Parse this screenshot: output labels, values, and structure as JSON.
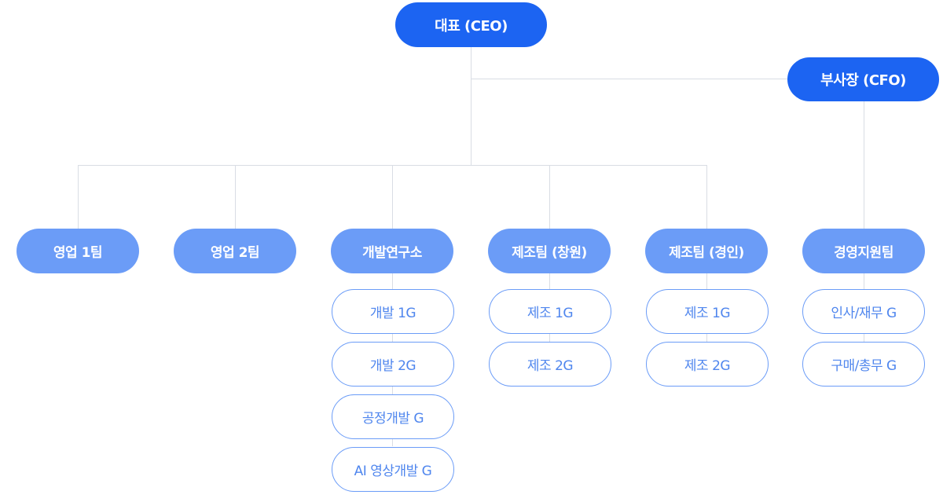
{
  "top": {
    "ceo": "대표 (CEO)",
    "cfo": "부사장 (CFO)"
  },
  "departments": [
    {
      "name": "영업 1팀",
      "groups": []
    },
    {
      "name": "영업 2팀",
      "groups": []
    },
    {
      "name": "개발연구소",
      "groups": [
        "개발 1G",
        "개발 2G",
        "공정개발 G",
        "AI 영상개발 G"
      ]
    },
    {
      "name": "제조팀 (창원)",
      "groups": [
        "제조 1G",
        "제조 2G"
      ]
    },
    {
      "name": "제조팀 (경인)",
      "groups": [
        "제조 1G",
        "제조 2G"
      ]
    },
    {
      "name": "경영지원팀",
      "groups": [
        "인사/재무 G",
        "구매/총무 G"
      ]
    }
  ],
  "colors": {
    "primary": "#1c64f2",
    "secondary": "#6b9cf7",
    "line": "#d9dde4"
  }
}
